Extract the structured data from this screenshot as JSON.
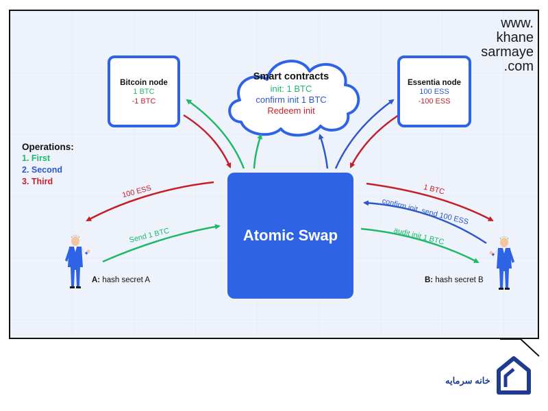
{
  "site": {
    "line1": "www.",
    "line2": "khane",
    "line3": "sarmaye",
    "line4": ".com"
  },
  "bitcoin_node": {
    "title": "Bitcoin node",
    "value_green": "1 BTC",
    "value_red": "-1 BTC"
  },
  "essentia_node": {
    "title": "Essentia node",
    "value_blue": "100 ESS",
    "value_red": "-100 ESS"
  },
  "smart_contracts": {
    "title": "Smart contracts",
    "line_green": "init: 1 BTC",
    "line_blue": "confirm init 1 BTC",
    "line_red": "Redeem init"
  },
  "operations": {
    "title": "Operations:",
    "items": [
      "1. First",
      "2. Second",
      "3. Third"
    ]
  },
  "center": {
    "label": "Atomic Swap"
  },
  "person_a": {
    "tag": "A:",
    "text": " hash secret A"
  },
  "person_b": {
    "tag": "B:",
    "text": " hash secret B"
  },
  "arrow_labels": {
    "ess_to_a": "100 ESS",
    "a_send": "Send 1 BTC",
    "btc_to_b": "1 BTC",
    "b_confirm": "confirm init. send 100 ESS",
    "b_audit": "audit init 1 BTC"
  },
  "logo": {
    "text": "خانه سرمایه"
  },
  "colors": {
    "first": "#1fb86b",
    "second": "#2c58c8",
    "third": "#c4202a",
    "accent": "#2f63e5"
  }
}
